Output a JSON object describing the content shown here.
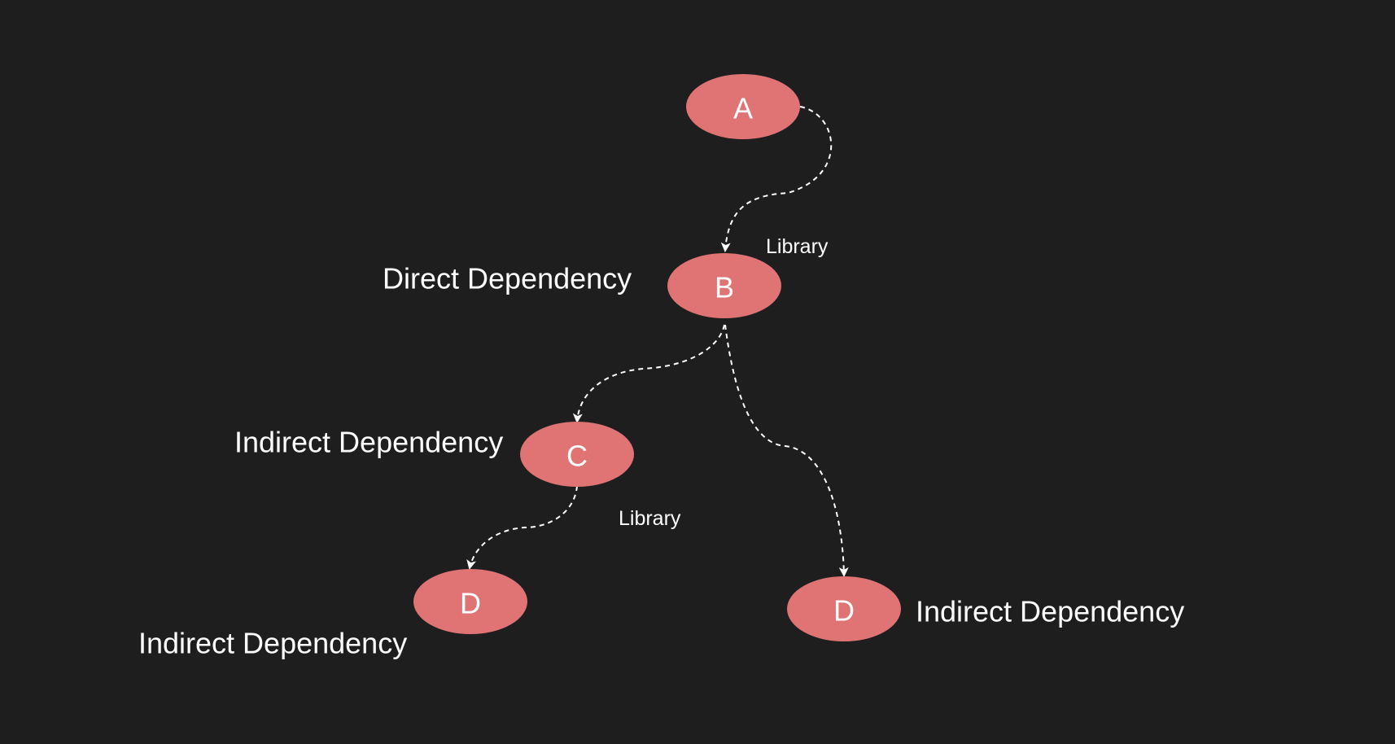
{
  "colors": {
    "background": "#1e1e1f",
    "node_fill": "#e07474",
    "text": "#ffffff",
    "edge": "#ffffff"
  },
  "nodes": {
    "a": {
      "label": "A"
    },
    "b": {
      "label": "B"
    },
    "c": {
      "label": "C"
    },
    "d_left": {
      "label": "D"
    },
    "d_right": {
      "label": "D"
    }
  },
  "annotations": {
    "b": "Direct Dependency",
    "c": "Indirect Dependency",
    "d_left": "Indirect Dependency",
    "d_right": "Indirect Dependency"
  },
  "edge_labels": {
    "a_to_b": "Library",
    "c_to_d": "Library"
  }
}
